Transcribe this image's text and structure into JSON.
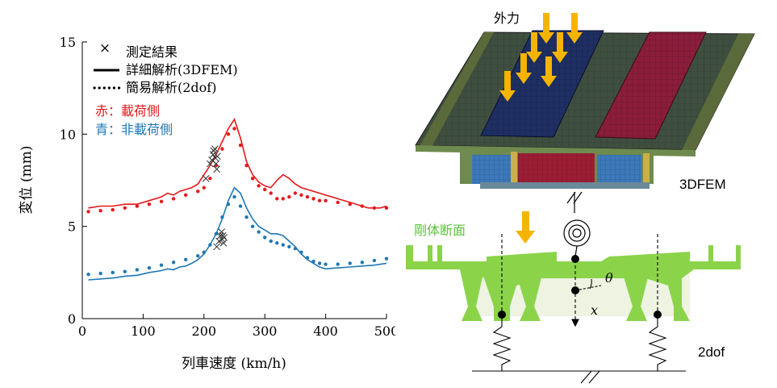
{
  "chart_data": {
    "type": "line",
    "xlabel": "列車速度 (km/h)",
    "ylabel": "変位 (mm)",
    "xlim": [
      0,
      500
    ],
    "ylim": [
      0,
      15
    ],
    "xticks": [
      0,
      100,
      200,
      300,
      400,
      500
    ],
    "yticks": [
      0,
      5,
      10,
      15
    ],
    "grid": false,
    "legend": {
      "placement": "top-left",
      "measured": "測定結果",
      "detailed": "詳細解析(3DFEM)",
      "simple": "簡易解析(2dof)",
      "red_note": "赤：載荷側",
      "blue_note": "青：非載荷側"
    },
    "colors": {
      "red": "#e31a1c",
      "blue": "#1f78b4"
    },
    "series": [
      {
        "name": "詳細解析(3DFEM)",
        "group": "red",
        "style": "solid",
        "x": [
          10,
          30,
          50,
          70,
          90,
          110,
          130,
          140,
          150,
          160,
          170,
          180,
          190,
          200,
          210,
          220,
          230,
          240,
          250,
          260,
          270,
          280,
          290,
          300,
          310,
          320,
          330,
          340,
          350,
          360,
          370,
          380,
          390,
          400,
          420,
          440,
          460,
          470,
          480,
          490,
          500
        ],
        "y": [
          6.0,
          6.1,
          6.1,
          6.2,
          6.2,
          6.4,
          6.6,
          6.8,
          6.7,
          6.9,
          7.0,
          7.1,
          7.3,
          7.8,
          8.3,
          8.9,
          9.6,
          10.3,
          10.8,
          9.8,
          8.5,
          7.8,
          7.4,
          7.2,
          7.1,
          7.5,
          7.8,
          7.6,
          7.3,
          7.1,
          7.0,
          6.9,
          6.8,
          6.7,
          6.5,
          6.3,
          6.1,
          6.0,
          6.0,
          6.0,
          6.1
        ]
      },
      {
        "name": "簡易解析(2dof)",
        "group": "red",
        "style": "dotted",
        "x": [
          10,
          30,
          50,
          70,
          90,
          110,
          130,
          150,
          170,
          190,
          200,
          210,
          220,
          230,
          240,
          250,
          260,
          270,
          280,
          290,
          300,
          310,
          320,
          330,
          340,
          350,
          360,
          370,
          380,
          390,
          400,
          420,
          440,
          460,
          480,
          500
        ],
        "y": [
          5.8,
          5.85,
          5.9,
          6.0,
          6.1,
          6.2,
          6.35,
          6.5,
          6.7,
          6.9,
          7.1,
          7.6,
          8.3,
          9.2,
          10.0,
          10.3,
          9.4,
          8.3,
          7.6,
          7.2,
          7.0,
          6.8,
          6.5,
          6.5,
          6.6,
          6.8,
          6.7,
          6.6,
          6.5,
          6.4,
          6.4,
          6.3,
          6.2,
          6.1,
          6.0,
          6.0
        ]
      },
      {
        "name": "詳細解析(3DFEM)",
        "group": "blue",
        "style": "solid",
        "x": [
          10,
          30,
          50,
          70,
          90,
          110,
          130,
          140,
          150,
          160,
          170,
          180,
          190,
          200,
          210,
          220,
          230,
          240,
          250,
          260,
          270,
          280,
          290,
          300,
          310,
          320,
          330,
          340,
          350,
          360,
          370,
          380,
          390,
          400,
          420,
          440,
          460,
          480,
          500
        ],
        "y": [
          2.1,
          2.15,
          2.2,
          2.3,
          2.35,
          2.5,
          2.6,
          2.7,
          2.65,
          2.8,
          2.85,
          3.0,
          3.2,
          3.5,
          4.0,
          4.6,
          5.4,
          6.4,
          7.1,
          6.8,
          6.0,
          5.4,
          5.0,
          4.8,
          4.6,
          4.6,
          4.5,
          4.2,
          3.9,
          3.5,
          3.2,
          3.0,
          2.8,
          2.7,
          2.75,
          2.8,
          2.85,
          2.9,
          3.0
        ]
      },
      {
        "name": "簡易解析(2dof)",
        "group": "blue",
        "style": "dotted",
        "x": [
          10,
          30,
          50,
          70,
          90,
          110,
          130,
          150,
          170,
          190,
          200,
          210,
          220,
          230,
          240,
          250,
          260,
          270,
          280,
          290,
          300,
          310,
          320,
          330,
          340,
          350,
          360,
          370,
          380,
          390,
          400,
          420,
          440,
          460,
          480,
          500
        ],
        "y": [
          2.4,
          2.45,
          2.5,
          2.55,
          2.65,
          2.75,
          2.9,
          3.05,
          3.2,
          3.4,
          3.6,
          4.0,
          4.6,
          5.5,
          6.2,
          6.6,
          6.1,
          5.5,
          5.0,
          4.7,
          4.4,
          4.2,
          4.1,
          4.0,
          3.9,
          3.8,
          3.6,
          3.3,
          3.1,
          3.0,
          2.95,
          2.95,
          3.0,
          3.05,
          3.15,
          3.25
        ]
      },
      {
        "name": "測定結果",
        "group": "red",
        "style": "marker",
        "x": [
          203,
          210,
          213,
          215,
          216,
          218,
          219,
          220,
          221,
          222
        ],
        "y": [
          7.6,
          8.4,
          8.6,
          8.9,
          9.1,
          9.2,
          8.7,
          8.4,
          8.1,
          8.8
        ]
      },
      {
        "name": "測定結果",
        "group": "blue",
        "style": "marker",
        "x": [
          221,
          225,
          227,
          229,
          230,
          231,
          232,
          233
        ],
        "y": [
          3.9,
          4.2,
          4.5,
          4.7,
          4.3,
          4.5,
          4.1,
          4.4
        ]
      }
    ]
  },
  "diagram": {
    "external_force": "外力",
    "label_3dfem": "3DFEM",
    "rigid_section": "剛体断面",
    "label_2dof": "2dof",
    "theta": "θ",
    "x_axis": "x"
  }
}
